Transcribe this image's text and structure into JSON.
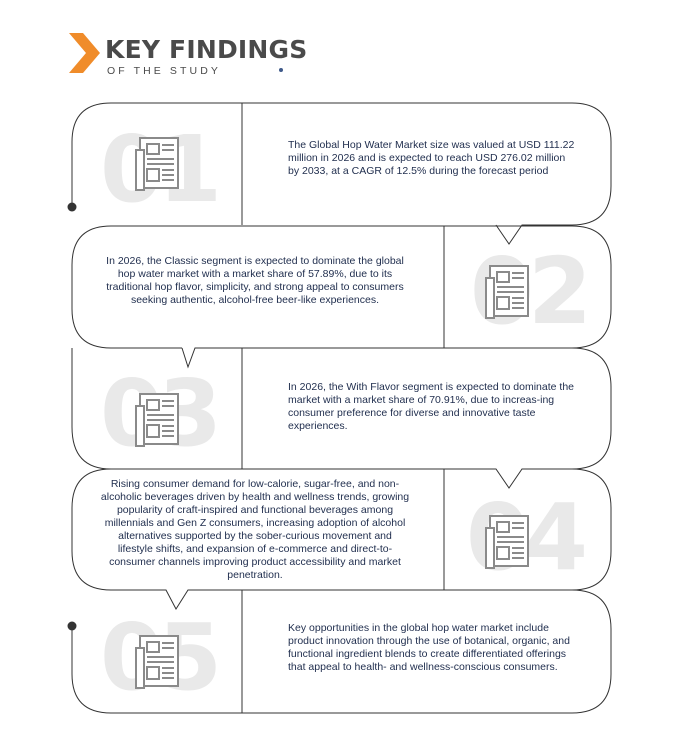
{
  "header": {
    "title": "KEY FINDINGS",
    "subtitle": "OF THE STUDY",
    "chevron_color": "#f08c2a",
    "text_color": "#4a4a4a"
  },
  "findings": [
    {
      "number": "01",
      "text": "The Global Hop Water Market size was valued at USD 111.22 million in 2026 and is expected to reach USD 276.02 million by 2033, at a CAGR of 12.5% during the forecast period",
      "icon": "newspaper-icon"
    },
    {
      "number": "02",
      "text": "In 2026, the Classic segment is expected to dominate the global hop water market with a market share of 57.89%, due to its traditional hop flavor, simplicity, and strong appeal to consumers seeking authentic, alcohol-free beer-like experiences.",
      "icon": "newspaper-icon"
    },
    {
      "number": "03",
      "text": "In 2026, the With Flavor segment is expected to dominate the market with a market share of 70.91%, due to increas-ing consumer preference for diverse and innovative taste experiences.",
      "icon": "newspaper-icon"
    },
    {
      "number": "04",
      "text": "Rising consumer demand for low-calorie, sugar-free, and non-alcoholic beverages driven by health and wellness trends, growing popularity of craft-inspired and functional beverages among millennials and Gen Z consumers, increasing adoption of alcohol alternatives supported by the sober-curious movement and lifestyle shifts, and expansion of e-commerce and direct-to-consumer channels improving product accessibility and market penetration.",
      "icon": "newspaper-icon"
    },
    {
      "number": "05",
      "text": "Key opportunities in the global hop water market include product innovation through the use of botanical, organic, and functional ingredient blends to create differentiated offerings that appeal to health- and wellness-conscious consumers.",
      "icon": "newspaper-icon"
    }
  ]
}
